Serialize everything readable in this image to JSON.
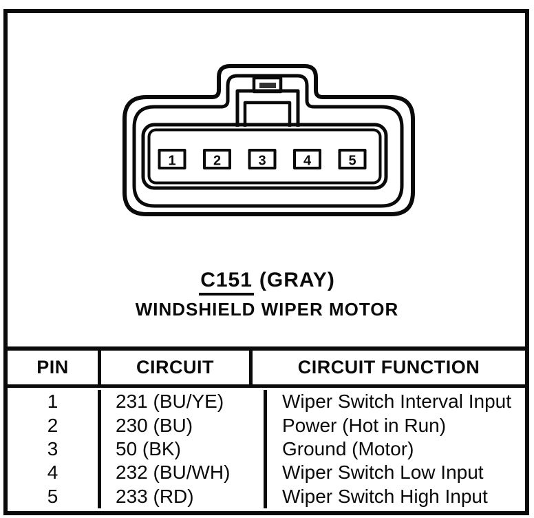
{
  "diagram": {
    "connector_id": "C151",
    "connector_color_label": "(GRAY)",
    "connector_name": "WINDSHIELD WIPER MOTOR",
    "pins": [
      "1",
      "2",
      "3",
      "4",
      "5"
    ]
  },
  "table": {
    "headers": [
      "PIN",
      "CIRCUIT",
      "CIRCUIT FUNCTION"
    ],
    "rows": [
      {
        "pin": "1",
        "circuit": "231 (BU/YE)",
        "function": "Wiper Switch Interval Input"
      },
      {
        "pin": "2",
        "circuit": "230 (BU)",
        "function": "Power (Hot in Run)"
      },
      {
        "pin": "3",
        "circuit": "50 (BK)",
        "function": "Ground (Motor)"
      },
      {
        "pin": "4",
        "circuit": "232 (BU/WH)",
        "function": "Wiper Switch Low Input"
      },
      {
        "pin": "5",
        "circuit": "233 (RD)",
        "function": "Wiper Switch High Input"
      }
    ]
  },
  "colors": {
    "ink": "#0a0a0a",
    "paper": "#ffffff"
  }
}
